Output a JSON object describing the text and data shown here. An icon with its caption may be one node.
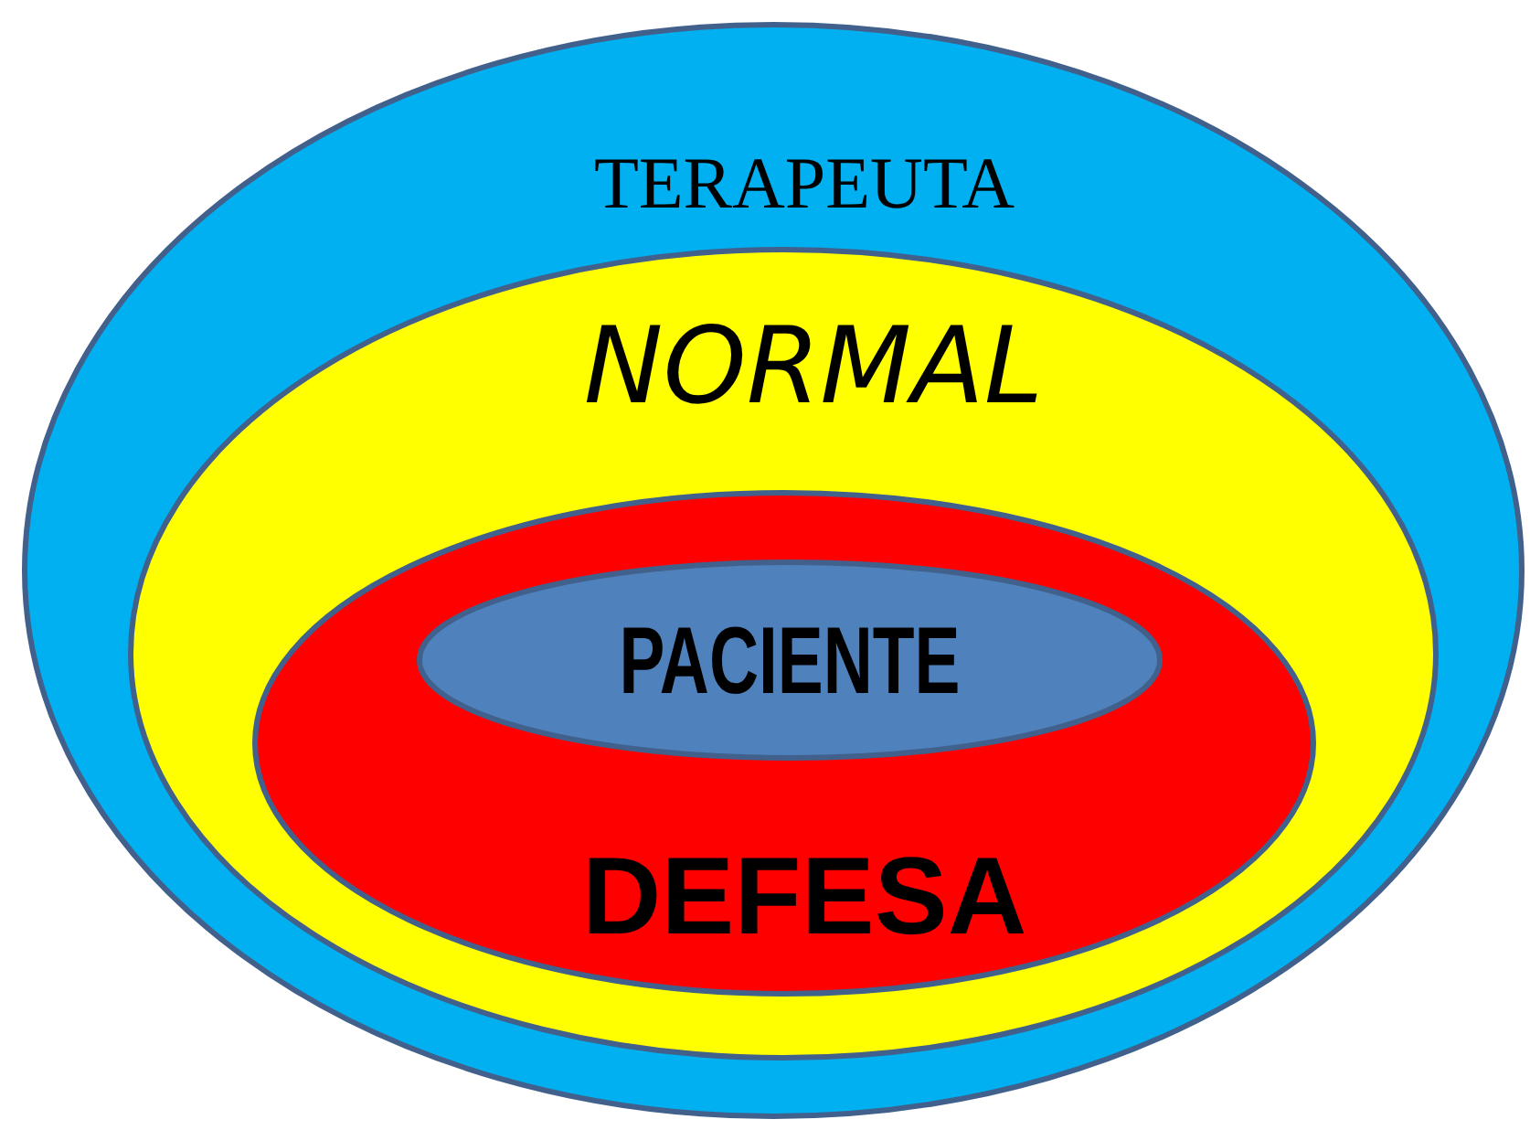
{
  "diagram": {
    "nodes": [
      {
        "text": [
          "TERAPEUTA"
        ]
      },
      {
        "text": [
          "NORMAL"
        ],
        "in": 0
      },
      {
        "text": [
          "DEFESA"
        ],
        "in": 1
      },
      {
        "text": [
          "PACIENTE"
        ],
        "in": 2
      }
    ]
  }
}
